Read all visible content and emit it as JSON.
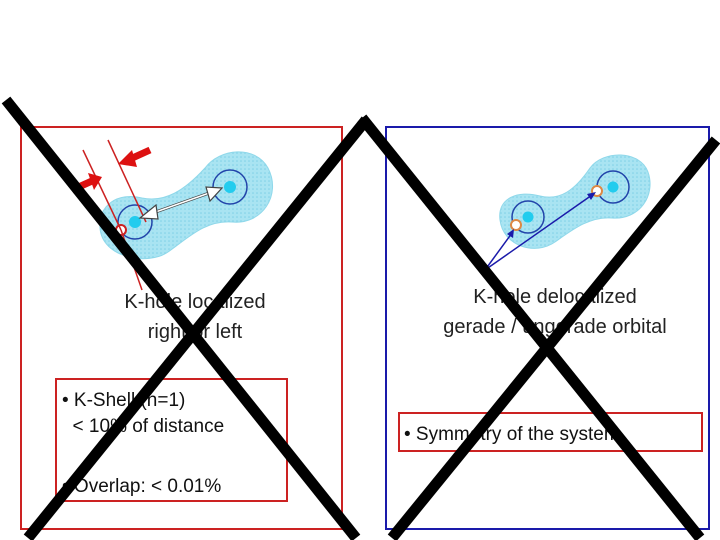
{
  "left": {
    "caption_line1": "K-hole localized",
    "caption_line2": "right or left",
    "box_line1": "• K-Shell (n=1)",
    "box_line2": "  < 10% of distance",
    "box_line3": "• Overlap: < 0.01%"
  },
  "right": {
    "caption_line1": "K-hole delocalized",
    "caption_line2": "gerade / ungerade orbital",
    "box_line1": "• Symmetry of the system"
  },
  "colors": {
    "left_border": "#cc2222",
    "right_border": "#1a1aaa",
    "electron_cloud": "#9fdfee",
    "nucleus": "#22ccee",
    "cross": "#000000"
  }
}
